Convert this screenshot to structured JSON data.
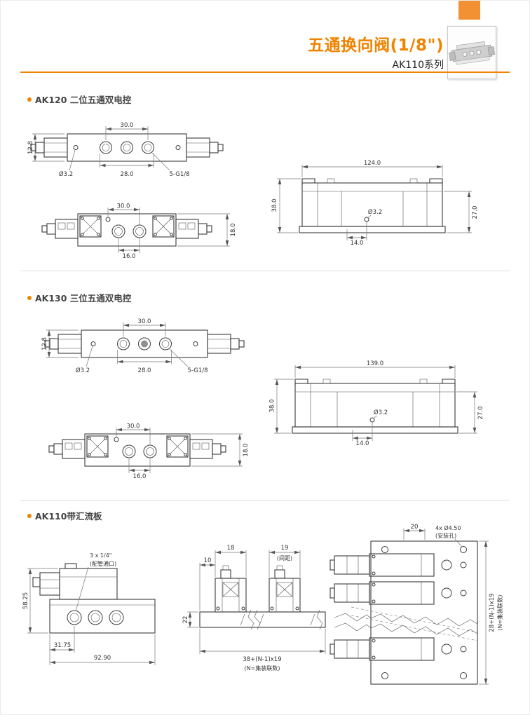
{
  "header": {
    "title": "五通换向阀(1/8\")",
    "series": "AK110系列"
  },
  "s1": {
    "heading": "AK120 二位五通双电控",
    "front": {
      "d30": "30.0",
      "d128": "12.8",
      "dhole": "Ø3.2",
      "d28": "28.0",
      "dports": "5-G1/8"
    },
    "side": {
      "d124": "124.0",
      "d38": "38.0",
      "d27": "27.0",
      "dhole": "Ø3.2",
      "d14": "14.0"
    },
    "bottom": {
      "d30": "30.0",
      "d16": "16.0",
      "d18": "18.0"
    }
  },
  "s2": {
    "heading": "AK130 三位五通双电控",
    "front": {
      "d30": "30.0",
      "d128": "12.8",
      "dhole": "Ø3.2",
      "d28": "28.0",
      "dports": "5-G1/8"
    },
    "side": {
      "d139": "139.0",
      "d38": "38.0",
      "d27": "27.0",
      "dhole": "Ø3.2",
      "d14": "14.0"
    },
    "bottom": {
      "d30": "30.0",
      "d16": "16.0",
      "d18": "18.0"
    }
  },
  "s3": {
    "heading": "AK110带汇流板",
    "end": {
      "note1": "3 x 1/4\"",
      "note2": "(配管通口)",
      "d58": "58.25",
      "d31": "31.75",
      "d92": "92.90"
    },
    "rail": {
      "d10": "10",
      "d18": "18",
      "d19": "19",
      "d19b": "(间距)",
      "d22": "22",
      "dlen": "38+(N-1)x19",
      "dlenb": "(N=集装联数)"
    },
    "top": {
      "d20": "20",
      "dholes": "4x Ø4.50",
      "dholesb": "(安装孔)",
      "dlen": "28+(N-1)x19",
      "dlenb": "(N=集装联数)"
    }
  }
}
